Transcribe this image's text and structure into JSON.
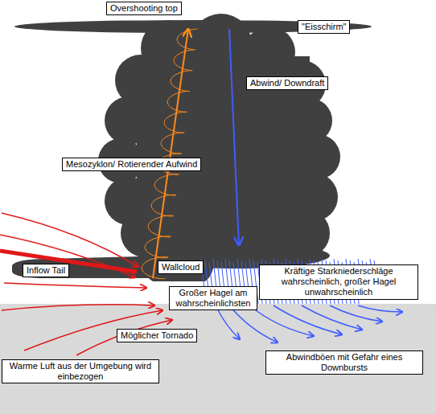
{
  "diagram": {
    "nodes": [
      {
        "text": [
          "Overshooting top"
        ]
      },
      {
        "text": [
          "\"Eisschirm\""
        ]
      },
      {
        "text": [
          "Abwind/ Downdraft"
        ]
      },
      {
        "text": [
          "Mesozyklon/ Rotierender Aufwind"
        ]
      },
      {
        "text": [
          "Inflow Tail"
        ]
      },
      {
        "text": [
          "Wallcloud"
        ]
      },
      {
        "text": [
          "Kräftige Starkniederschläge wahrscheinlich, großer Hagel unwahrscheinlich"
        ]
      },
      {
        "text": [
          "Großer Hagel am wahrscheinlichsten"
        ]
      },
      {
        "text": [
          "Möglicher Tornado"
        ]
      },
      {
        "text": [
          "Abwindböen mit Gefahr eines Downbursts"
        ]
      },
      {
        "text": [
          "Warme Luft aus der Umgebung wird einbezogen"
        ]
      }
    ]
  }
}
